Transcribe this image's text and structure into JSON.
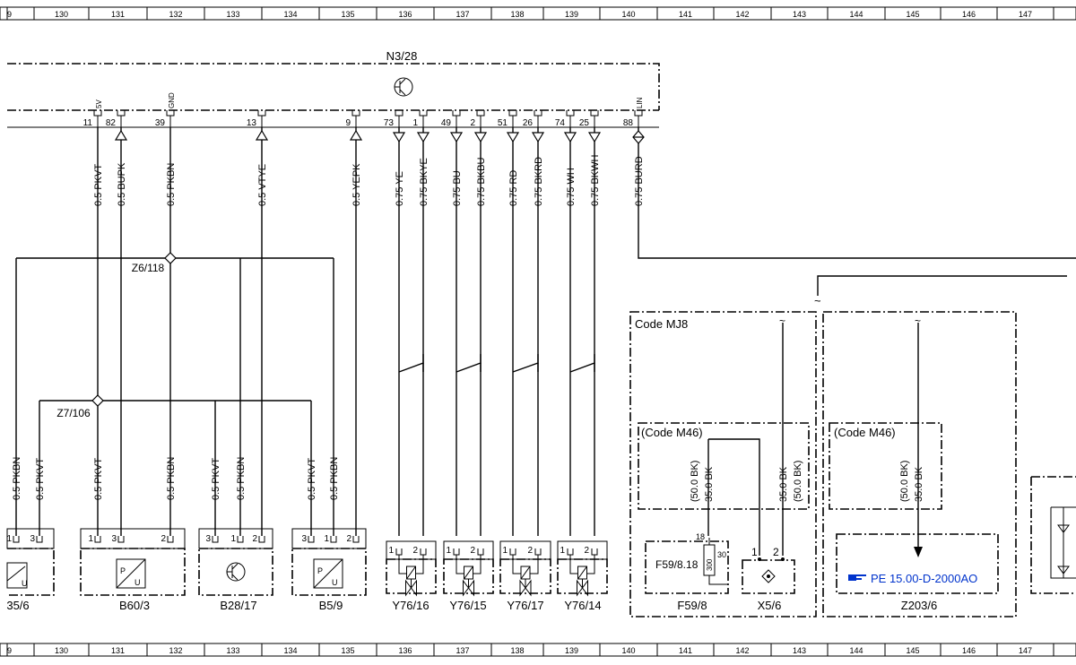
{
  "ruler": {
    "top": [
      "9",
      "130",
      "131",
      "132",
      "133",
      "134",
      "135",
      "136",
      "137",
      "138",
      "139",
      "140",
      "141",
      "142",
      "143",
      "144",
      "145",
      "146",
      "147"
    ],
    "bottom": [
      "9",
      "130",
      "131",
      "132",
      "133",
      "134",
      "135",
      "136",
      "137",
      "138",
      "139",
      "140",
      "141",
      "142",
      "143",
      "144",
      "145",
      "146",
      "147"
    ]
  },
  "module": {
    "name": "N3/28"
  },
  "module_pins": [
    {
      "num": "11",
      "sig": "5V"
    },
    {
      "num": "82",
      "sig": ""
    },
    {
      "num": "39",
      "sig": "GND"
    },
    {
      "num": "13",
      "sig": ""
    },
    {
      "num": "9",
      "sig": ""
    },
    {
      "num": "73",
      "sig": ""
    },
    {
      "num": "1",
      "sig": ""
    },
    {
      "num": "49",
      "sig": ""
    },
    {
      "num": "2",
      "sig": ""
    },
    {
      "num": "51",
      "sig": ""
    },
    {
      "num": "26",
      "sig": ""
    },
    {
      "num": "74",
      "sig": ""
    },
    {
      "num": "25",
      "sig": ""
    },
    {
      "num": "88",
      "sig": "LIN"
    }
  ],
  "top_wires": [
    "0.5 PKVT",
    "0.5 BUPK",
    "0.5 PKBN",
    "0.5 VTYE",
    "0.5 YEPK",
    "0.75 YE",
    "0.75 BKYE",
    "0.75 BU",
    "0.75 BKBU",
    "0.75 RD",
    "0.75 BKRD",
    "0.75 WH",
    "0.75 BKWH",
    "0.75 BURD"
  ],
  "splices": [
    "Z6/118",
    "Z7/106"
  ],
  "bottom_wires": [
    "0.5 PKBN",
    "0.5 PKVT",
    "0.5 PKVT",
    "0.5 PKBN",
    "0.5 PKVT",
    "0.5 PKBN",
    "0.5 PKVT",
    "0.5 PKBN"
  ],
  "sensor_pins": {
    "b35": [
      "1",
      "3"
    ],
    "b60": [
      "1",
      "3",
      "2"
    ],
    "b28": [
      "3",
      "1",
      "2"
    ],
    "b5": [
      "3",
      "1",
      "2"
    ],
    "y": [
      "1",
      "2"
    ]
  },
  "components": {
    "b35": "35/6",
    "b60": "B60/3",
    "b28": "B28/17",
    "b5": "B5/9",
    "y16": "Y76/16",
    "y15": "Y76/15",
    "y17": "Y76/17",
    "y14": "Y76/14",
    "f59": "F59/8",
    "x5": "X5/6",
    "z203": "Z203/6"
  },
  "code_mj8": "Code MJ8",
  "code_m46_a": "(Code M46)",
  "code_m46_b": "(Code M46)",
  "right_wires": {
    "a1": "(50.0 BK)",
    "a2": "35.0 BK",
    "b1": "35.0 BK",
    "b2": "(50.0 BK)",
    "c1": "(50.0 BK)",
    "c2": "35.0 BK"
  },
  "fuse": {
    "label": "F59/8.18",
    "pin_top": "18",
    "pin_right": "30",
    "value": "300"
  },
  "x5_pins": [
    "1",
    "2"
  ],
  "reference": {
    "text": "PE 15.00-D-2000AO",
    "icon": "pointing-hand-icon",
    "color": "#0033cc"
  },
  "tilde": "~"
}
